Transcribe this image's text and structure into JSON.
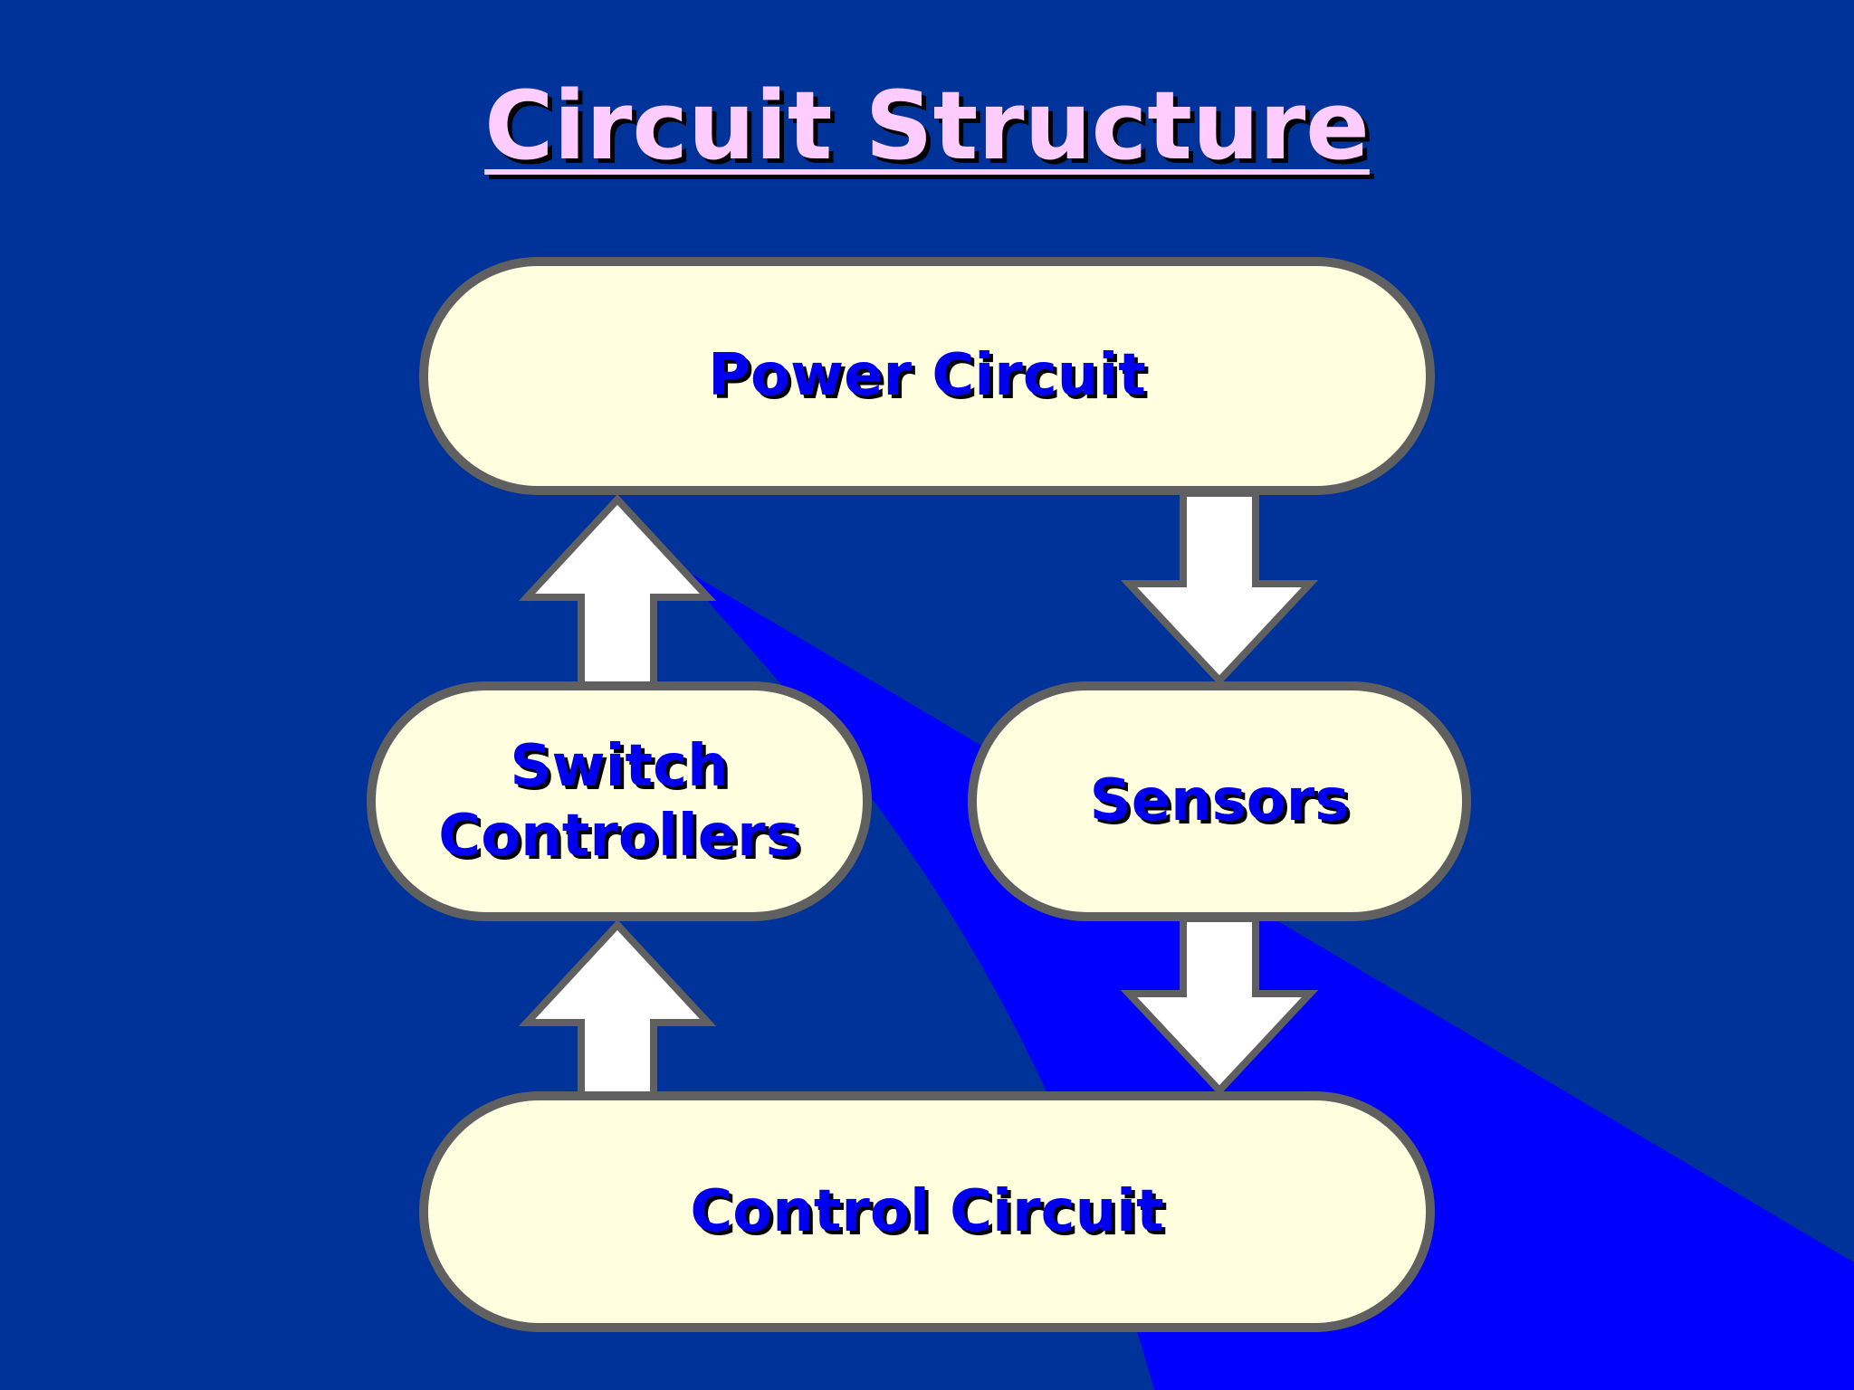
{
  "slide": {
    "title": "Circuit Structure"
  },
  "nodes": {
    "power": {
      "label": "Power Circuit"
    },
    "switch": {
      "label": "Switch\nControllers"
    },
    "sensors": {
      "label": "Sensors"
    },
    "control": {
      "label": "Control Circuit"
    }
  },
  "colors": {
    "background": "#003399",
    "accent_wedge": "#0000ff",
    "node_fill": "#ffffe0",
    "node_border": "#606060",
    "arrow_fill": "#ffffff",
    "label_text": "#0000ee",
    "title_text": "#ffccff"
  }
}
